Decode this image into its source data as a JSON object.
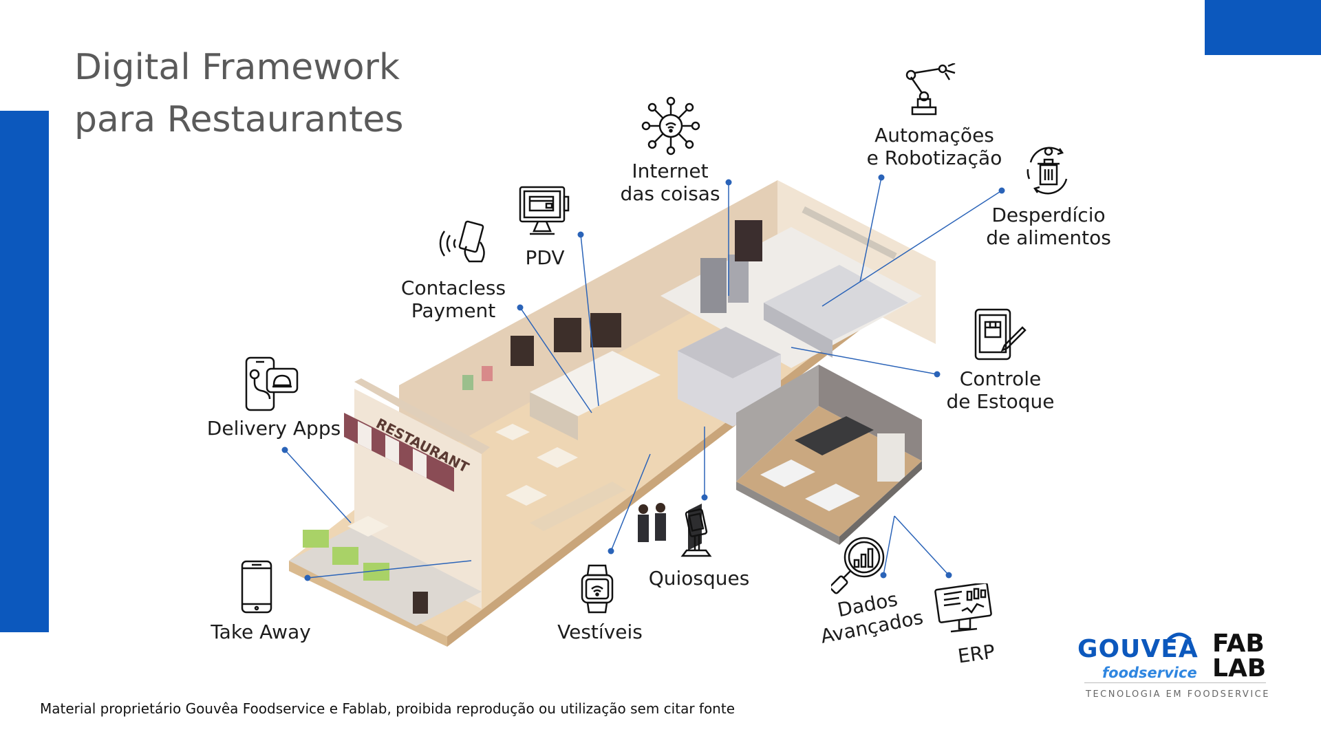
{
  "title": {
    "line1": "Digital Framework",
    "line2": "para Restaurantes"
  },
  "labels": {
    "iot": [
      "Internet",
      "das coisas"
    ],
    "automation": [
      "Automações",
      "e Robotização"
    ],
    "waste": [
      "Desperdício",
      "de alimentos"
    ],
    "pdv": [
      "PDV"
    ],
    "contactless": [
      "Contacless",
      "Payment"
    ],
    "stock": [
      "Controle",
      "de Estoque"
    ],
    "delivery": [
      "Delivery Apps"
    ],
    "takeaway": [
      "Take Away"
    ],
    "kiosks": [
      "Quiosques"
    ],
    "wearables": [
      "Vestíveis"
    ],
    "data": [
      "Dados",
      "Avançados"
    ],
    "erp": [
      "ERP"
    ]
  },
  "illustration": {
    "sign": "RESTAURANT"
  },
  "footer": "Material proprietário Gouvêa Foodservice e Fablab, proibida reprodução ou utilização sem citar fonte",
  "logos": {
    "gouvea": "GOUVEA",
    "foodservice": "foodservice",
    "fab": "FAB",
    "lab": "LAB",
    "tagline": "TECNOLOGIA EM FOODSERVICE"
  },
  "colors": {
    "accent": "#0c58bd",
    "line": "#2a63b8",
    "text": "#1c1c1c"
  }
}
